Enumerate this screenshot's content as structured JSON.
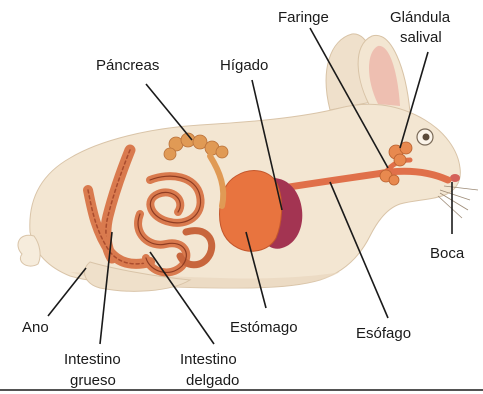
{
  "diagram": {
    "labels": {
      "faringe": "Faringe",
      "glandula_line1": "Glándula",
      "glandula_line2": "salival",
      "pancreas": "Páncreas",
      "higado": "Hígado",
      "boca": "Boca",
      "ano": "Ano",
      "estomago": "Estómago",
      "esofago": "Esófago",
      "intestino_grueso_line1": "Intestino",
      "intestino_grueso_line2": "grueso",
      "intestino_delgado_line1": "Intestino",
      "intestino_delgado_line2": "delgado"
    },
    "colors": {
      "fur": "#f3e6d2",
      "fur_shade": "#e3cfb4",
      "ear_inner": "#eebfb1",
      "liver": "#a33452",
      "stomach": "#e8743f",
      "intestine": "#d97a4e",
      "intestine_dark": "#a94c2e",
      "esophagus": "#e0704a",
      "gland": "#e8894f",
      "pancreas": "#e09a55"
    }
  }
}
